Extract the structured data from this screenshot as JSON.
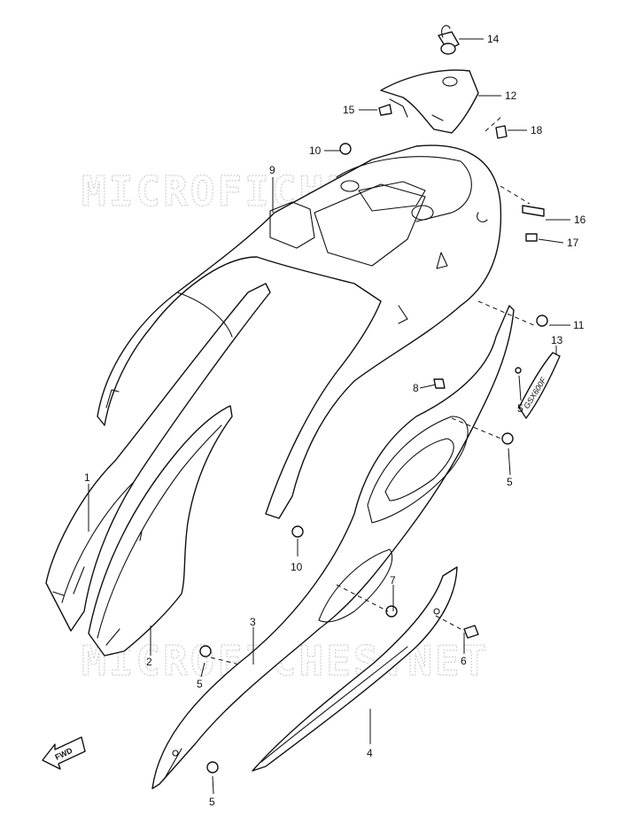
{
  "watermark": "MICROFICHES.NET",
  "fwd_label": "FWD",
  "badge_text": "GSX600F",
  "callouts": {
    "c1": "1",
    "c2": "2",
    "c3": "3",
    "c4": "4",
    "c5a": "5",
    "c5b": "5",
    "c5c": "5",
    "c5d": "5",
    "c6": "6",
    "c7": "7",
    "c8": "8",
    "c9": "9",
    "c10a": "10",
    "c10b": "10",
    "c11": "11",
    "c12": "12",
    "c13": "13",
    "c14": "14",
    "c15": "15",
    "c16": "16",
    "c17": "17",
    "c18": "18"
  }
}
